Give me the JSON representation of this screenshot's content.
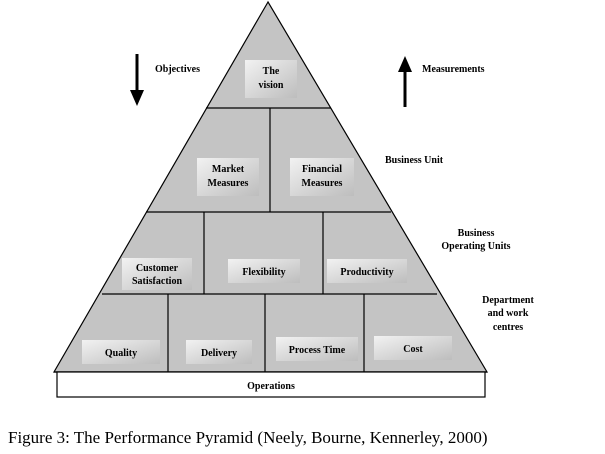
{
  "pyramid": {
    "apex": {
      "label_lines": [
        "The",
        "vision"
      ]
    },
    "business_unit": {
      "boxes": [
        {
          "label_lines": [
            "Market",
            "Measures"
          ]
        },
        {
          "label_lines": [
            "Financial",
            "Measures"
          ]
        }
      ]
    },
    "business_operating_units": {
      "boxes": [
        {
          "label_lines": [
            "Customer",
            "Satisfaction"
          ]
        },
        {
          "label_lines": [
            "Flexibility"
          ]
        },
        {
          "label_lines": [
            "Productivity"
          ]
        }
      ]
    },
    "department": {
      "boxes": [
        {
          "label_lines": [
            "Quality"
          ]
        },
        {
          "label_lines": [
            "Delivery"
          ]
        },
        {
          "label_lines": [
            "Process Time"
          ]
        },
        {
          "label_lines": [
            "Cost"
          ]
        }
      ]
    },
    "operations": {
      "label": "Operations"
    }
  },
  "side_labels": {
    "objectives": "Objectives",
    "measurements": "Measurements",
    "business_unit": [
      "Business Unit"
    ],
    "business_operating_units": [
      "Business",
      "Operating Units"
    ],
    "department": [
      "Department",
      "and work",
      "centres"
    ]
  },
  "caption": "Figure 3: The Performance Pyramid (Neely, Bourne, Kennerley, 2000)",
  "colors": {
    "pyramid_fill": "#c4c4c4",
    "label_box_fill": "#dcdcdc",
    "line": "#000000",
    "operations_fill": "#ffffff"
  }
}
